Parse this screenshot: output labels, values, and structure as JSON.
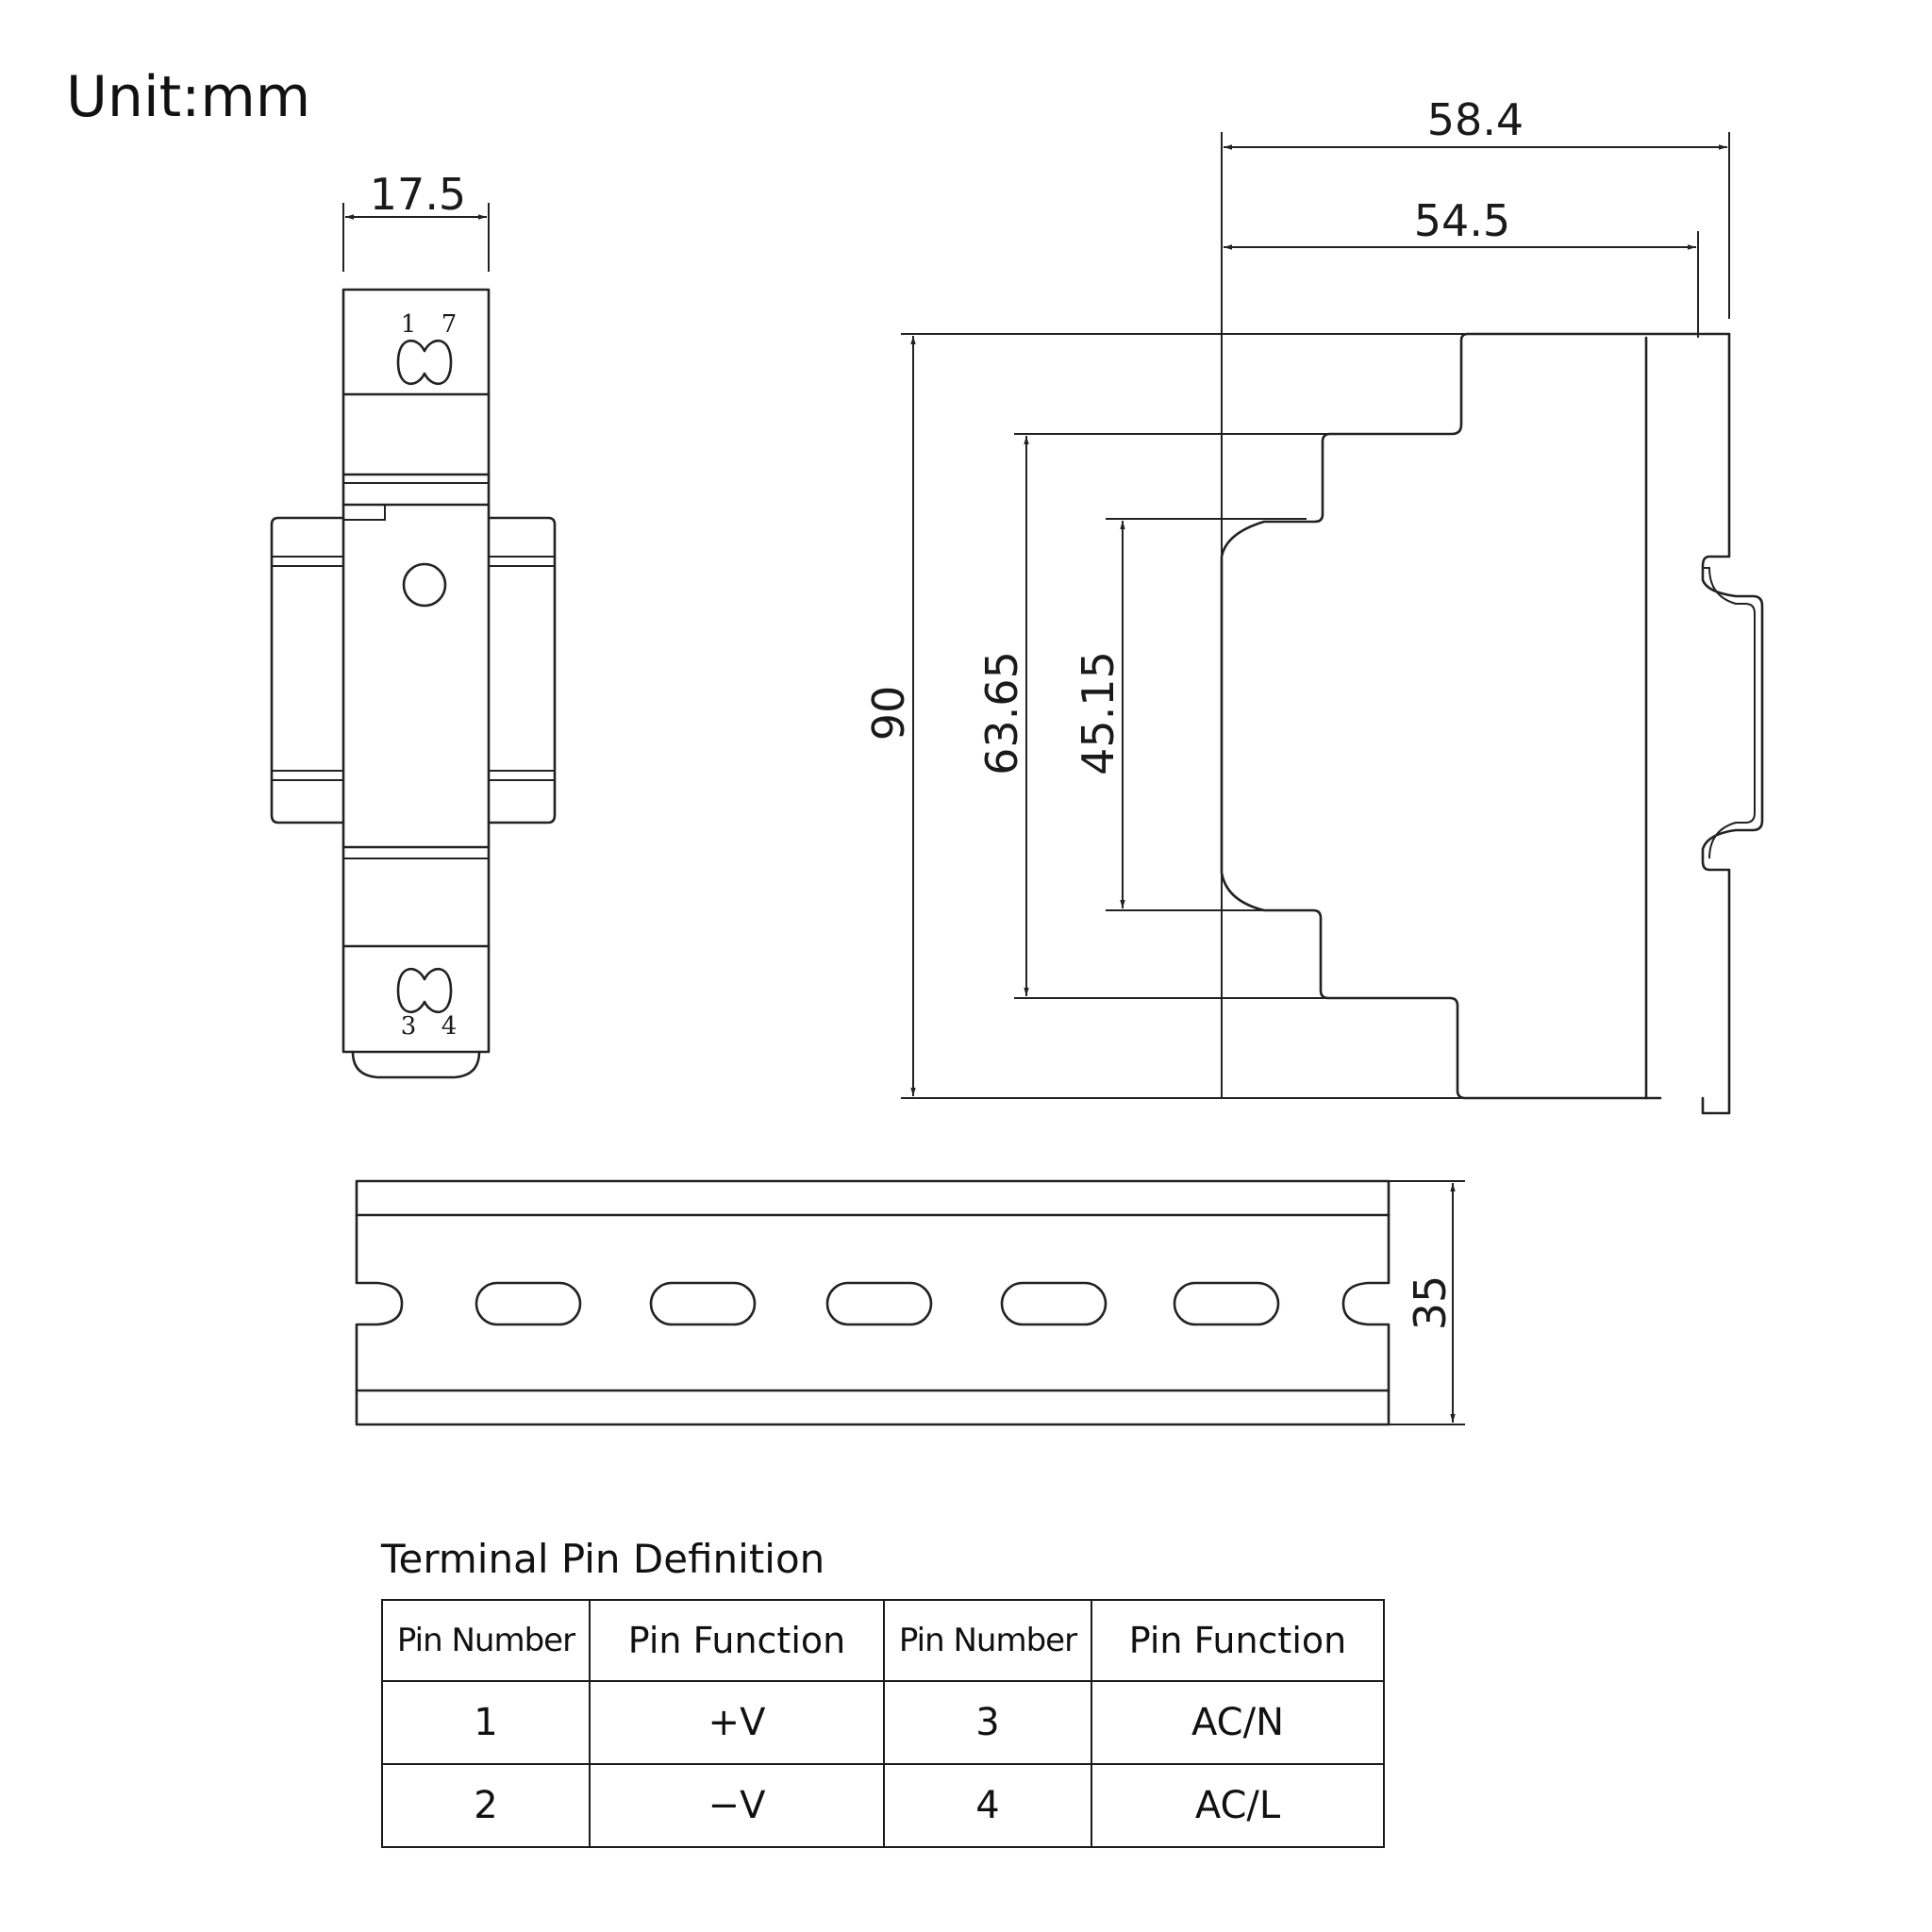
{
  "unit_label": "Unit:mm",
  "dimensions": {
    "front_width": "17.5",
    "side_depth_total": "58.4",
    "side_depth_body": "54.5",
    "height_total": "90",
    "height_step": "63.65",
    "height_front": "45.15",
    "rail_height": "35"
  },
  "terminal_labels": {
    "top_left": "1",
    "top_right": "7",
    "bottom_left": "3",
    "bottom_right": "4"
  },
  "pin_table": {
    "title": "Terminal Pin Definition",
    "headers": [
      "Pin Number",
      "Pin Function",
      "Pin Number",
      "Pin Function"
    ],
    "rows": [
      [
        "1",
        "+V",
        "3",
        "AC/N"
      ],
      [
        "2",
        "−V",
        "4",
        "AC/L"
      ]
    ]
  }
}
